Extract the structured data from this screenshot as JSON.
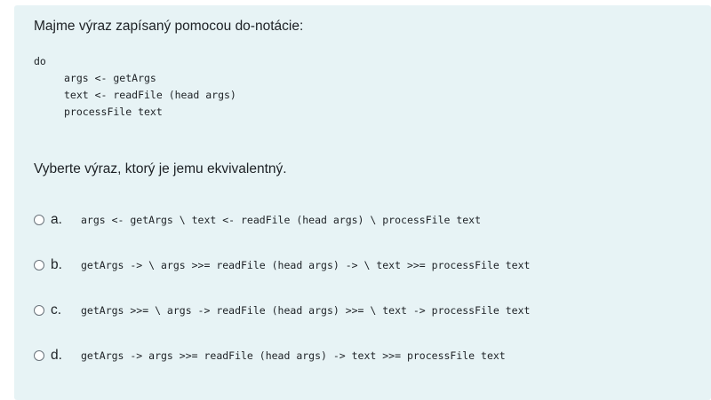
{
  "question": {
    "prompt": "Majme výraz zapísaný pomocou do-notácie:",
    "code_lines": [
      "do",
      "args <- getArgs",
      "text <- readFile (head args)",
      "processFile text"
    ],
    "instruction": "Vyberte výraz, ktorý je jemu ekvivalentný.",
    "options": [
      {
        "letter": "a.",
        "text": "args <- getArgs \\ text <- readFile (head args) \\ processFile text"
      },
      {
        "letter": "b.",
        "text": "getArgs -> \\ args >>= readFile (head args) -> \\ text >>= processFile text"
      },
      {
        "letter": "c.",
        "text": "getArgs >>= \\ args -> readFile (head args) >>= \\ text -> processFile text"
      },
      {
        "letter": "d.",
        "text": "getArgs -> args >>= readFile (head args) -> text >>= processFile text"
      }
    ]
  },
  "colors": {
    "card_background": "#e7f3f5",
    "text": "#1d2125",
    "radio_border": "#6a737b"
  }
}
